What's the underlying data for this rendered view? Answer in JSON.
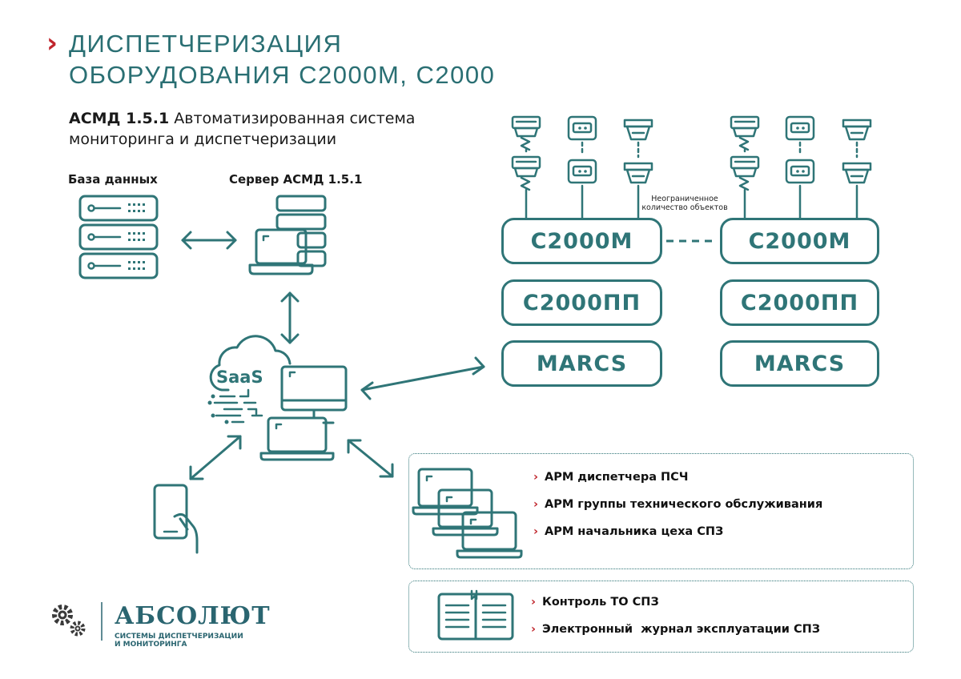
{
  "header": {
    "title_line1": "ДИСПЕТЧЕРИЗАЦИЯ",
    "title_line2": "ОБОРУДОВАНИЯ С2000М, С2000"
  },
  "subtitle": {
    "bold": "АСМД 1.5.1",
    "line1_rest": " Автоматизированная система",
    "line2": "мониторинга и диспетчеризации"
  },
  "labels": {
    "database": "База данных",
    "server": "Сервер АСМД 1.5.1",
    "saas": "SaaS",
    "unlimited": "Неограниченное количество объектов"
  },
  "devices": {
    "left": [
      "С2000М",
      "С2000ПП",
      "MARCS"
    ],
    "right": [
      "С2000М",
      "С2000ПП",
      "MARCS"
    ]
  },
  "workstations": [
    "АРМ диспетчера ПСЧ",
    "АРМ группы технического обслуживания",
    "АРМ начальника цеха СПЗ"
  ],
  "services": [
    "Контроль ТО СПЗ",
    "Электронный  журнал эксплуатации СПЗ"
  ],
  "logo": {
    "name": "АБСОЛЮТ",
    "tagline_line1": "СИСТЕМЫ ДИСПЕТЧЕРИЗАЦИИ",
    "tagline_line2": "И МОНИТОРИНГА"
  },
  "colors": {
    "accent": "#2f7577",
    "chevron": "#c0262d"
  }
}
